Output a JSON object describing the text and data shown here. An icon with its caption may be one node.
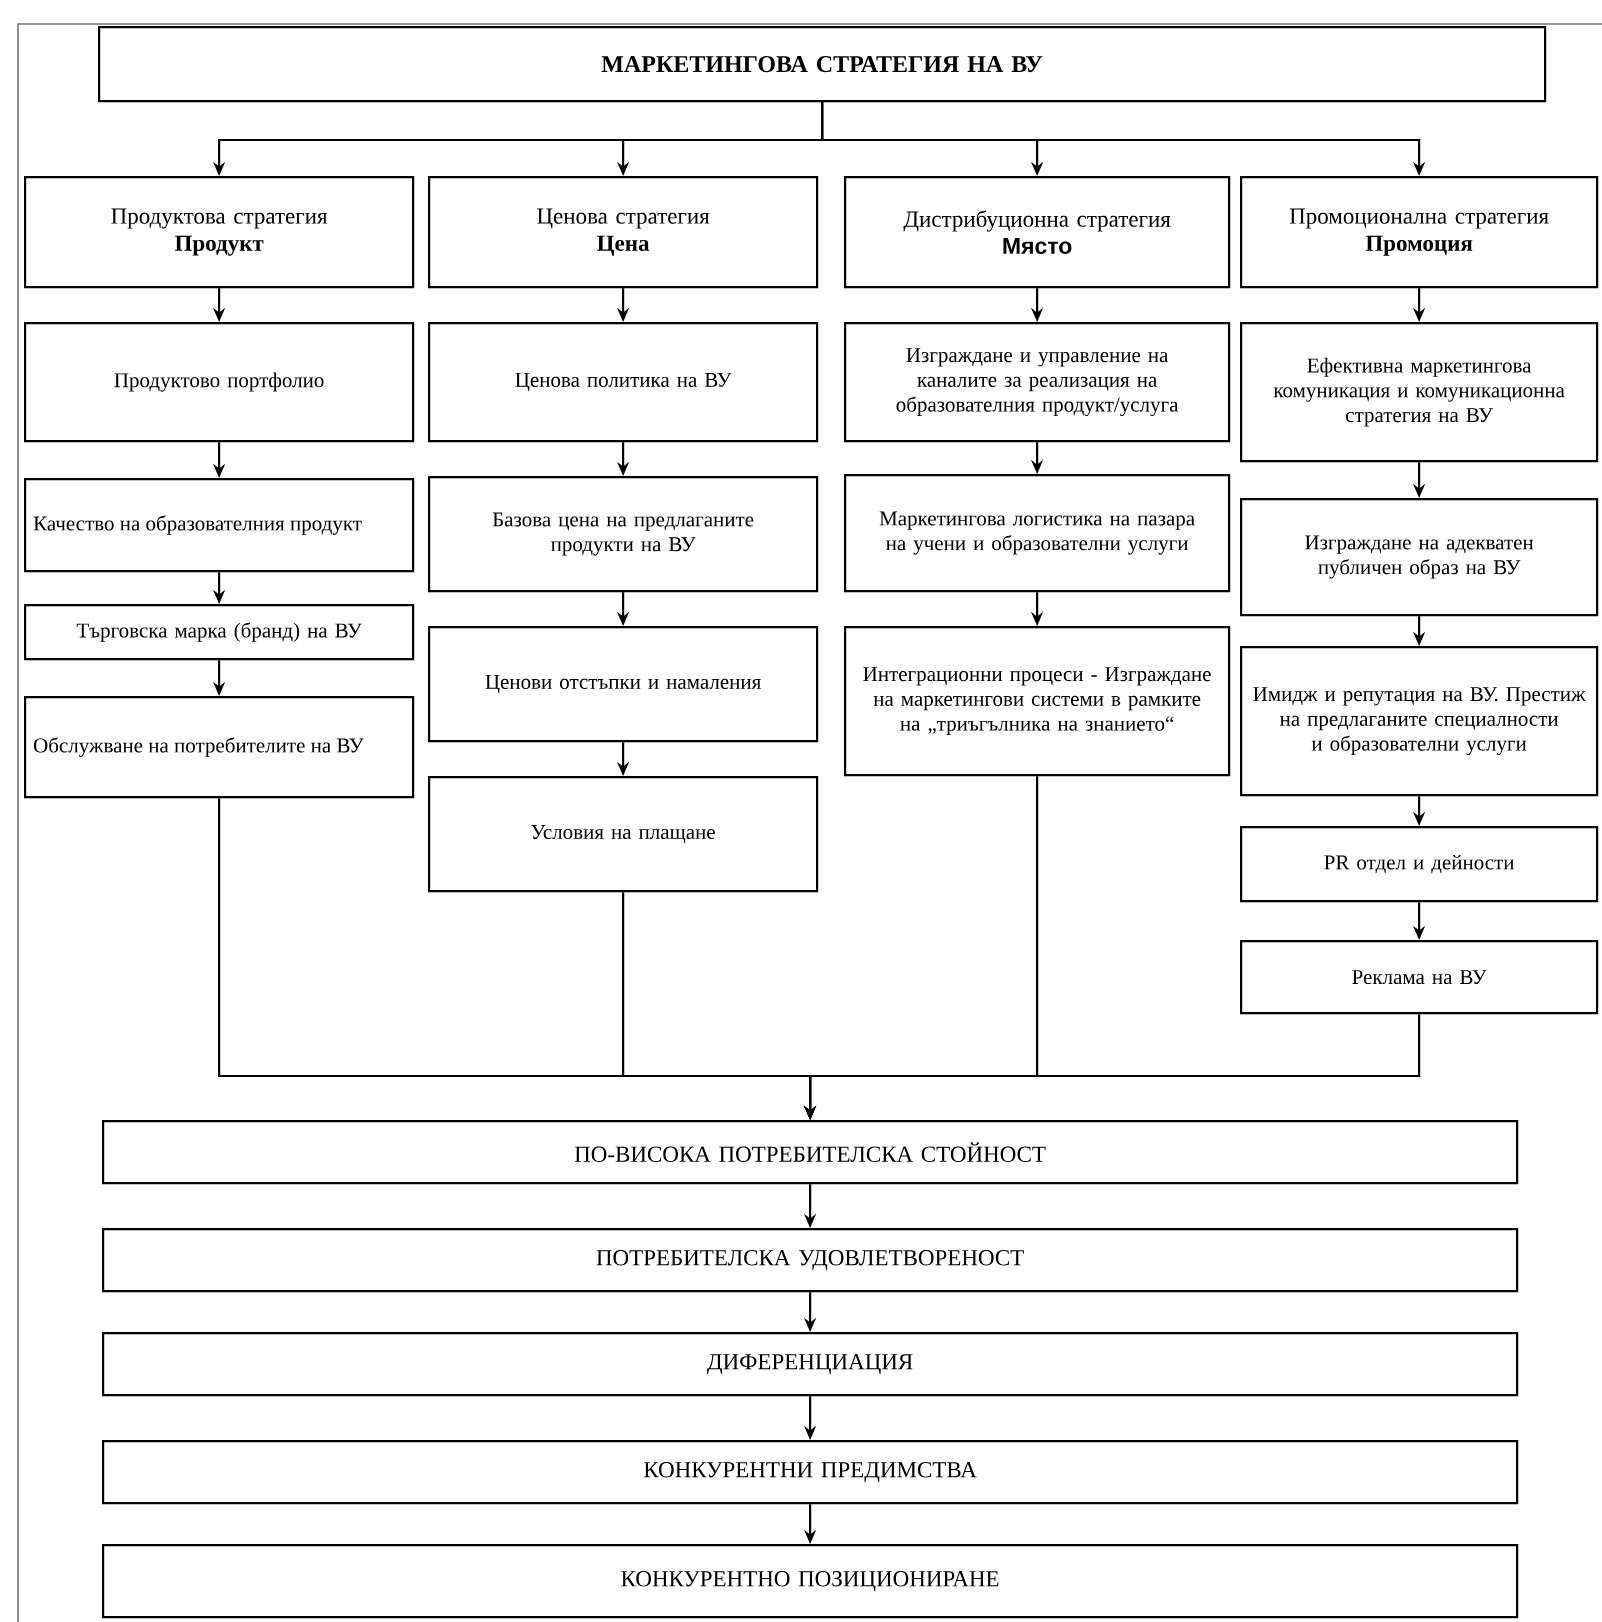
{
  "diagram": {
    "nodes": [
      {
        "text": [
          "МАРКЕТИНГОВА СТРАТЕГИЯ НА ВУ"
        ]
      },
      {
        "text": [
          "Продуктова стратегия",
          "Продукт"
        ]
      },
      {
        "text": [
          "Ценова стратегия",
          "Цена"
        ]
      },
      {
        "text": [
          "Дистрибуционна стратегия",
          "Място"
        ]
      },
      {
        "text": [
          "Промоционална стратегия",
          "Промоция"
        ]
      },
      {
        "text": [
          "Продуктово портфолио"
        ]
      },
      {
        "text": [
          "Качество на образователния продукт"
        ]
      },
      {
        "text": [
          "Търговска марка (бранд) на ВУ"
        ]
      },
      {
        "text": [
          "Обслужване на потребителите на ВУ"
        ]
      },
      {
        "text": [
          "Ценова политика на ВУ"
        ]
      },
      {
        "text": [
          "Базова цена на предлаганите продукти на ВУ"
        ]
      },
      {
        "text": [
          "Ценови отстъпки и намаления"
        ]
      },
      {
        "text": [
          "Условия на плащане"
        ]
      },
      {
        "text": [
          "Изграждане и управление на каналите за реализация на образователния продукт/услуга"
        ]
      },
      {
        "text": [
          "Маркетингова логистика на пазара на учени и образователни услуги"
        ]
      },
      {
        "text": [
          "Интеграционни процеси - Изграждане на маркетингови системи в рамките на „триъгълника на знанието“"
        ]
      },
      {
        "text": [
          "Ефективна маркетингова комуникация и комуникационна стратегия на ВУ"
        ]
      },
      {
        "text": [
          "Изграждане на адекватен публичен образ на ВУ"
        ]
      },
      {
        "text": [
          "Имидж и репутация на ВУ. Престиж на предлаганите специалности и образователни услуги"
        ]
      },
      {
        "text": [
          "PR отдел и дейности"
        ]
      },
      {
        "text": [
          "Реклама на ВУ"
        ]
      },
      {
        "text": [
          "ПО-ВИСОКА ПОТРЕБИТЕЛСКА СТОЙНОСТ"
        ]
      },
      {
        "text": [
          "ПОТРЕБИТЕЛСКА УДОВЛЕТВОРЕНОСТ"
        ]
      },
      {
        "text": [
          "ДИФЕРЕНЦИАЦИЯ"
        ]
      },
      {
        "text": [
          "КОНКУРЕНТНИ ПРЕДИМСТВА"
        ]
      },
      {
        "text": [
          "КОНКУРЕНТНО ПОЗИЦИОНИРАНЕ"
        ]
      }
    ],
    "edges": [
      {
        "from": 0,
        "to": 1,
        "arrow": "to"
      },
      {
        "from": 0,
        "to": 2,
        "arrow": "to"
      },
      {
        "from": 0,
        "to": 3,
        "arrow": "to"
      },
      {
        "from": 0,
        "to": 4,
        "arrow": "to"
      },
      {
        "from": 1,
        "to": 5,
        "arrow": "to"
      },
      {
        "from": 5,
        "to": 6,
        "arrow": "to"
      },
      {
        "from": 6,
        "to": 7,
        "arrow": "to"
      },
      {
        "from": 7,
        "to": 8,
        "arrow": "to"
      },
      {
        "from": 2,
        "to": 9,
        "arrow": "to"
      },
      {
        "from": 9,
        "to": 10,
        "arrow": "to"
      },
      {
        "from": 10,
        "to": 11,
        "arrow": "to"
      },
      {
        "from": 11,
        "to": 12,
        "arrow": "to"
      },
      {
        "from": 3,
        "to": 13,
        "arrow": "to"
      },
      {
        "from": 13,
        "to": 14,
        "arrow": "to"
      },
      {
        "from": 14,
        "to": 15,
        "arrow": "to"
      },
      {
        "from": 4,
        "to": 16,
        "arrow": "to"
      },
      {
        "from": 16,
        "to": 17,
        "arrow": "to"
      },
      {
        "from": 17,
        "to": 18,
        "arrow": "to"
      },
      {
        "from": 18,
        "to": 19,
        "arrow": "to"
      },
      {
        "from": 19,
        "to": 20,
        "arrow": "to"
      },
      {
        "from": 8,
        "to": 21,
        "arrow": "to"
      },
      {
        "from": 12,
        "to": 21,
        "arrow": "to"
      },
      {
        "from": 15,
        "to": 21,
        "arrow": "to"
      },
      {
        "from": 20,
        "to": 21,
        "arrow": "to"
      },
      {
        "from": 21,
        "to": 22,
        "arrow": "to"
      },
      {
        "from": 22,
        "to": 23,
        "arrow": "to"
      },
      {
        "from": 23,
        "to": 24,
        "arrow": "to"
      },
      {
        "from": 24,
        "to": 25,
        "arrow": "to"
      }
    ]
  }
}
